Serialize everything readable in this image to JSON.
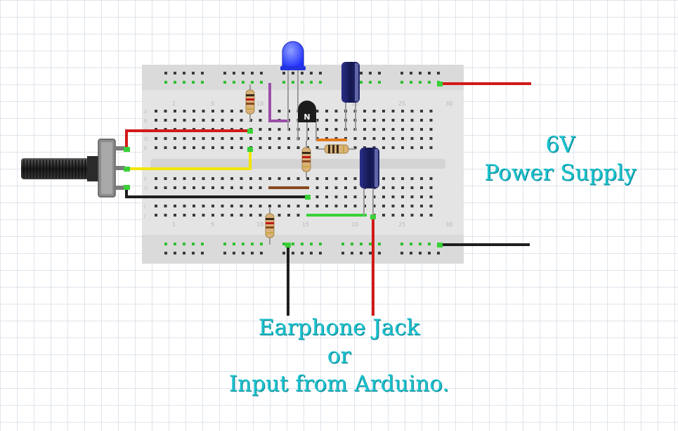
{
  "labels": {
    "power_supply_line1": "6V",
    "power_supply_line2": "Power Supply",
    "input_line1": "Earphone Jack",
    "input_line2": "or",
    "input_line3": "Input from Arduino."
  },
  "breadboard": {
    "column_numbers": [
      "1",
      "5",
      "10",
      "15",
      "20",
      "25",
      "30"
    ],
    "row_letters_top": [
      "A",
      "B",
      "C",
      "D",
      "E"
    ],
    "row_letters_bottom": [
      "F",
      "G",
      "H",
      "I",
      "J"
    ]
  },
  "components": {
    "transistor_label": "N"
  },
  "colors": {
    "label": "#1cc2cf",
    "wire_red": "#d11a1a",
    "wire_black": "#1e1e1e",
    "wire_yellow": "#f2e600",
    "wire_green": "#38d138",
    "wire_purple": "#9a4fa8",
    "wire_orange": "#e07a1d",
    "wire_brown": "#8a4a1e",
    "led_blue": "#2b3cff",
    "capacitor": "#1b1f6e",
    "breadboard": "#e8e8e8"
  }
}
